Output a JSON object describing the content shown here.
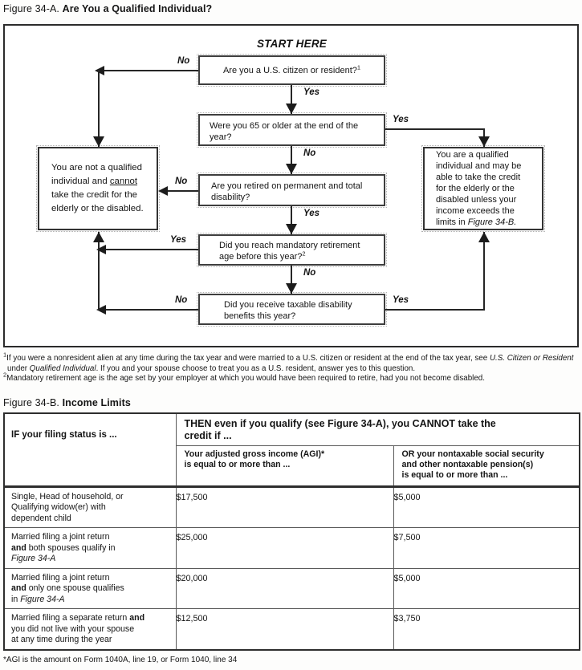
{
  "titles": {
    "figA_prefix": "Figure 34-A.",
    "figA_bold": "Are You a Qualified Individual?",
    "figB_prefix": "Figure 34-B.",
    "figB_bold": "Income Limits"
  },
  "flowchart": {
    "start_here": "START HERE",
    "yes": "Yes",
    "no": "No",
    "q_citizen": "Are you a U.S. citizen or resident?",
    "q_citizen_sup": "1",
    "q_age_l1": "Were you 65 or older at the end of the",
    "q_age_l2": "year?",
    "q_disability_l1": "Are you retired on permanent and total",
    "q_disability_l2": "disability?",
    "q_mandatory_l1": "Did you reach mandatory retirement",
    "q_mandatory_l2": "age before this year?",
    "q_mandatory_sup": "2",
    "q_benefits_l1": "Did you receive taxable disability",
    "q_benefits_l2": "benefits this year?",
    "not_qualified": {
      "l1": "You are not a qualified",
      "l2_pre": "individual and ",
      "l2_underline": "cannot",
      "l3": "take the credit for the",
      "l4": "elderly or the disabled."
    },
    "qualified": {
      "l1": "You are a qualified",
      "l2": "individual and may be",
      "l3": "able to take the credit",
      "l4": "for the elderly or the",
      "l5": "disabled unless your",
      "l6": "income exceeds the",
      "l7_pre": "limits in ",
      "l7_ref": "Figure 34-B."
    }
  },
  "footnotes": {
    "fn1_sup": "1",
    "fn1_a": "If you were a nonresident alien at any time during the tax year and were married to a U.S. citizen or resident at the end of the tax year, see ",
    "fn1_i1": "U.S. Citizen or Resident",
    "fn1_b": " under ",
    "fn1_i2": "Qualified Individual",
    "fn1_c": ". If you and your spouse choose to treat you as a U.S. resident, answer yes to this question.",
    "fn2_sup": "2",
    "fn2": "Mandatory retirement age is the age set by your employer at which you would have been required to retire, had you not become disabled."
  },
  "income_table": {
    "if_header": "IF your filing status is ...",
    "then_l1": "THEN even if you qualify (see Figure 34-A), you CANNOT take the",
    "then_l2": "credit if ...",
    "agi_l1": "Your adjusted gross income (AGI)*",
    "agi_l2": "is equal to or more than ...",
    "pension_l1": "OR your nontaxable social security",
    "pension_l2": "and other nontaxable pension(s)",
    "pension_l3": "is equal to or more than ...",
    "rows": [
      {
        "status_l1": "Single, Head of household, or",
        "status_l2": "Qualifying widow(er) with",
        "status_l3": "dependent child",
        "agi": "$17,500",
        "pension": "$5,000"
      },
      {
        "status_l1": "Married filing a joint return",
        "status_l2_bold": "and",
        "status_l2_rest": " both spouses qualify in",
        "status_l3_italic": "Figure 34-A",
        "agi": "$25,000",
        "pension": "$7,500"
      },
      {
        "status_l1": "Married filing a joint return",
        "status_l2_bold": "and",
        "status_l2_rest": " only one spouse qualifies",
        "status_l3_pre": "in ",
        "status_l3_italic": "Figure 34-A",
        "agi": "$20,000",
        "pension": "$5,000"
      },
      {
        "status_l1_pre": "Married filing a separate return ",
        "status_l1_bold": "and",
        "status_l2": "you did not live with your spouse",
        "status_l3": "at any time during the year",
        "agi": "$12,500",
        "pension": "$3,750"
      }
    ],
    "footnote_mark": "*",
    "footnote": "AGI is the amount on Form 1040A, line 19, or Form 1040, line 34"
  }
}
